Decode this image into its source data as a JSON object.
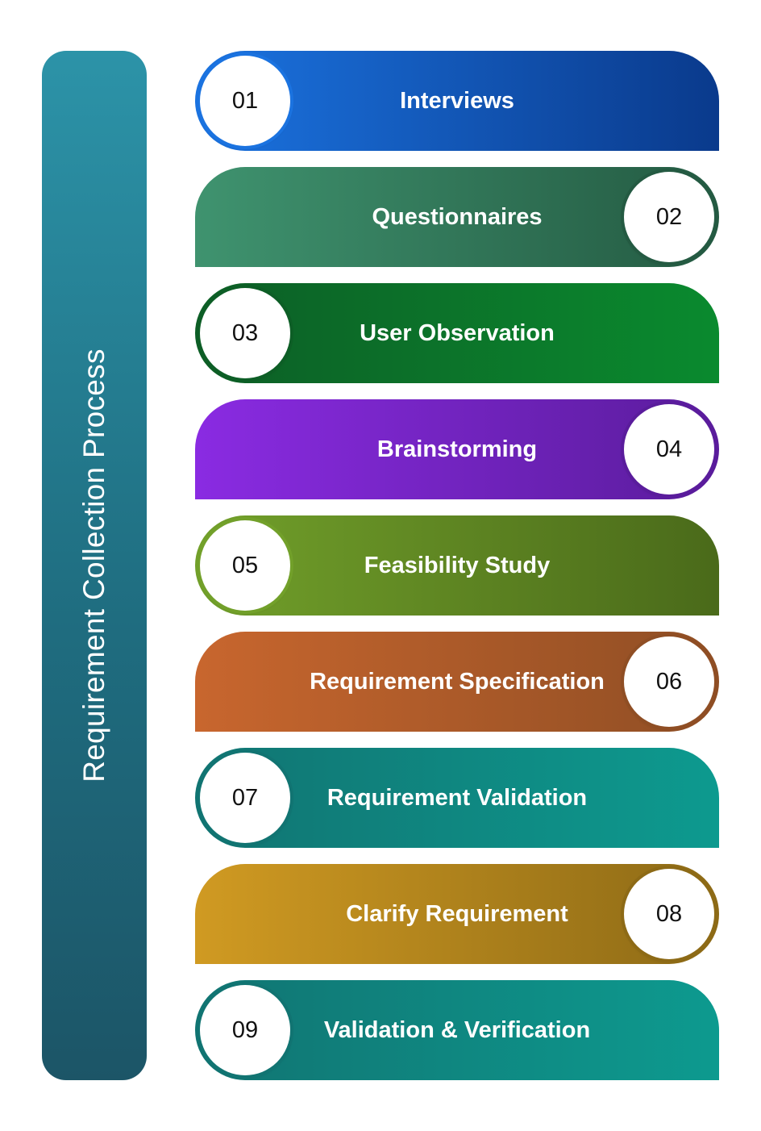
{
  "title": "Requirement Collection Process",
  "steps": [
    {
      "number": "01",
      "label": "Interviews",
      "color_start": "#1b73e0",
      "color_end": "#0a3a8c"
    },
    {
      "number": "02",
      "label": "Questionnaires",
      "color_start": "#3f936f",
      "color_end": "#245a42"
    },
    {
      "number": "03",
      "label": "User Observation",
      "color_start": "#0d5e26",
      "color_end": "#0a8a2e"
    },
    {
      "number": "04",
      "label": "Brainstorming",
      "color_start": "#8a2be2",
      "color_end": "#5a1c9c"
    },
    {
      "number": "05",
      "label": "Feasibility Study",
      "color_start": "#72a02a",
      "color_end": "#4a6a1a"
    },
    {
      "number": "06",
      "label": "Requirement Specification",
      "color_start": "#c8662e",
      "color_end": "#8f4e24"
    },
    {
      "number": "07",
      "label": "Requirement Validation",
      "color_start": "#117472",
      "color_end": "#0d9a8f"
    },
    {
      "number": "08",
      "label": "Clarify Requirement",
      "color_start": "#d09a22",
      "color_end": "#8d6a16"
    },
    {
      "number": "09",
      "label": "Validation & Verification",
      "color_start": "#117472",
      "color_end": "#0d9a8f"
    }
  ]
}
